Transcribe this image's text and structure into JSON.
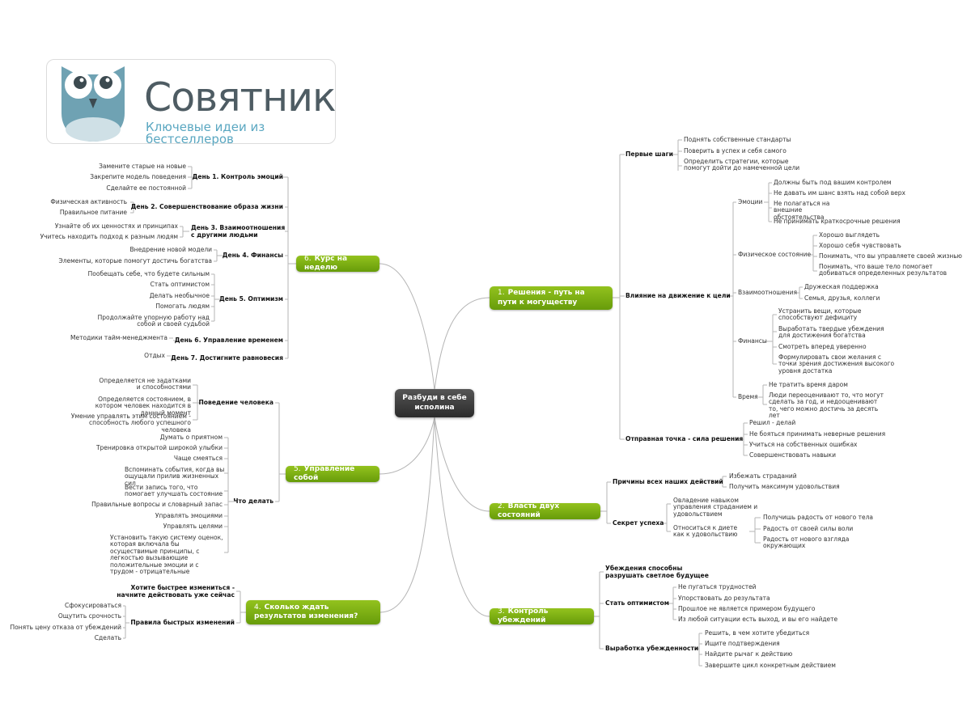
{
  "logo": {
    "title": "Совятник",
    "subtitle": "Ключевые идеи из бестселлеров"
  },
  "center": "Разбуди в себе исполина",
  "colors": {
    "branch": "#7fb416",
    "center": "#3a3a3a",
    "connector": "#b5b5b5"
  },
  "branch1": {
    "num": "1.",
    "label": "Решения - путь на пути к могуществу",
    "first_steps": {
      "label": "Первые шаги",
      "items": [
        "Поднять собственные стандарты",
        "Поверить в успех и себя самого",
        "Определить стратегии, которые помогут дойти до намеченной цели"
      ]
    },
    "influence": {
      "label": "Влияние на движение к цели",
      "emotions": {
        "label": "Эмоции",
        "items": [
          "Должны быть под вашим контролем",
          "Не давать им шанс взять над собой верх",
          "Не полагаться на внешние обстоятельства",
          "Не принимать краткосрочные решения"
        ]
      },
      "physical": {
        "label": "Физическое состояние",
        "items": [
          "Хорошо выглядеть",
          "Хорошо себя чувствовать",
          "Понимать, что вы управляете своей жизнью",
          "Понимать, что ваше тело помогает добиваться определенных результатов"
        ]
      },
      "relations": {
        "label": "Взаимоотношения",
        "items": [
          "Дружеская поддержка",
          "Семья, друзья, коллеги"
        ]
      },
      "finance": {
        "label": "Финансы",
        "items": [
          "Устранить вещи, которые способствуют дефициту",
          "Выработать твердые убеждения для достижения богатства",
          "Смотреть вперед уверенно",
          "Формулировать свои желания с точки зрения достижения высокого уровня достатка"
        ]
      },
      "time": {
        "label": "Время",
        "items": [
          "Не тратить время даром",
          "Люди переоценивают то, что могут сделать за год, и недооценивают то, чего можно достичь за десять лет"
        ]
      }
    },
    "start_point": {
      "label": "Отправная точка - сила решения",
      "items": [
        "Решил - делай",
        "Не бояться принимать неверные решения",
        "Учиться на собственных ошибках",
        "Совершенствовать навыки"
      ]
    }
  },
  "branch2": {
    "num": "2.",
    "label": "Власть двух состояний",
    "causes": {
      "label": "Причины всех наших действий",
      "items": [
        "Избежать страданий",
        "Получить максимум удовольствия"
      ]
    },
    "secret": {
      "label": "Секрет успеха",
      "item1": "Овладение навыком управления страданием и удовольствием",
      "item2": "Относиться к диете как к удовольствию",
      "sub": [
        "Получишь радость от нового тела",
        "Радость от своей силы воли",
        "Радость от нового взгляда окружающих"
      ]
    }
  },
  "branch3": {
    "num": "3.",
    "label": "Контроль убеждений",
    "destroy": "Убеждения способны разрушать светлое будущее",
    "optimist": {
      "label": "Стать оптимистом",
      "items": [
        "Не пугаться трудностей",
        "Упорствовать до результата",
        "Прошлое не является примером будущего",
        "Из любой ситуации есть выход, и вы его найдете"
      ]
    },
    "confidence": {
      "label": "Выработка убежденности",
      "items": [
        "Решить, в чем хотите убедиться",
        "Ищите подтверждения",
        "Найдите рычаг к действию",
        "Завершите цикл конкретным действием"
      ]
    }
  },
  "branch4": {
    "num": "4.",
    "label": "Сколько ждать результатов изменения?",
    "now": "Хотите быстрее измениться - начните действовать уже сейчас",
    "rules": {
      "label": "Правила быстрых изменений",
      "items": [
        "Сфокусироваться",
        "Ощутить срочность",
        "Понять цену отказа от убеждений",
        "Сделать"
      ]
    }
  },
  "branch5": {
    "num": "5.",
    "label": "Управление собой",
    "behavior": {
      "label": "Поведение человека",
      "items": [
        "Определяется не задатками и способностями",
        "Определяется состоянием, в котором человек находится в данный момент",
        "Умение управлять этим состоянием - способность любого успешного человека"
      ]
    },
    "todo": {
      "label": "Что делать",
      "items": [
        "Думать о приятном",
        "Тренировка открытой широкой улыбки",
        "Чаще смеяться",
        "Вспоминать события, когда вы ощущали прилив жизненных сил",
        "Вести запись того, что помогает улучшать состояние",
        "Правильные вопросы и словарный запас",
        "Управлять эмоциями",
        "Управлять целями",
        "Установить такую систему оценок, которая включала бы осуществимые принципы, с легкостью вызывающие положительные эмоции и с трудом - отрицательные"
      ]
    }
  },
  "branch6": {
    "num": "6.",
    "label": "Курс на неделю",
    "days": [
      {
        "label": "День 1. Контроль эмоций",
        "items": [
          "Замените старые на новые",
          "Закрепите модель поведения",
          "Сделайте ее постоянной"
        ]
      },
      {
        "label": "День 2. Совершенствование образа жизни",
        "items": [
          "Физическая активность",
          "Правильное питание"
        ]
      },
      {
        "label": "День 3. Взаимоотношения с другими людьми",
        "items": [
          "Узнайте об их ценностях и принципах",
          "Учитесь находить подход к разным людям"
        ]
      },
      {
        "label": "День 4. Финансы",
        "items": [
          "Внедрение новой модели",
          "Элементы, которые помогут достичь богатства"
        ]
      },
      {
        "label": "День 5. Оптимизм",
        "items": [
          "Пообещать себе, что будете сильным",
          "Стать оптимистом",
          "Делать необычное",
          "Помогать людям",
          "Продолжайте упорную работу над собой и своей судьбой"
        ]
      },
      {
        "label": "День 6. Управление временем",
        "items": [
          "Методики тайм-менеджмента"
        ]
      },
      {
        "label": "День 7. Достигните равновесия",
        "items": [
          "Отдых"
        ]
      }
    ]
  }
}
